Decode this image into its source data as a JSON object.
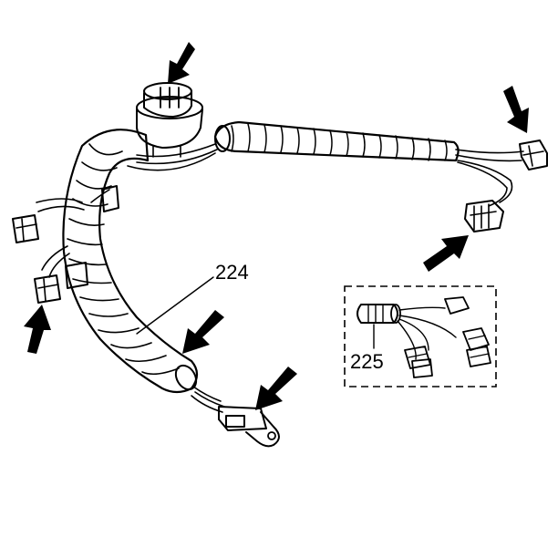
{
  "diagram": {
    "callouts": [
      {
        "id": "harness",
        "text": "224"
      },
      {
        "id": "sub-harness",
        "text": "225"
      }
    ]
  }
}
